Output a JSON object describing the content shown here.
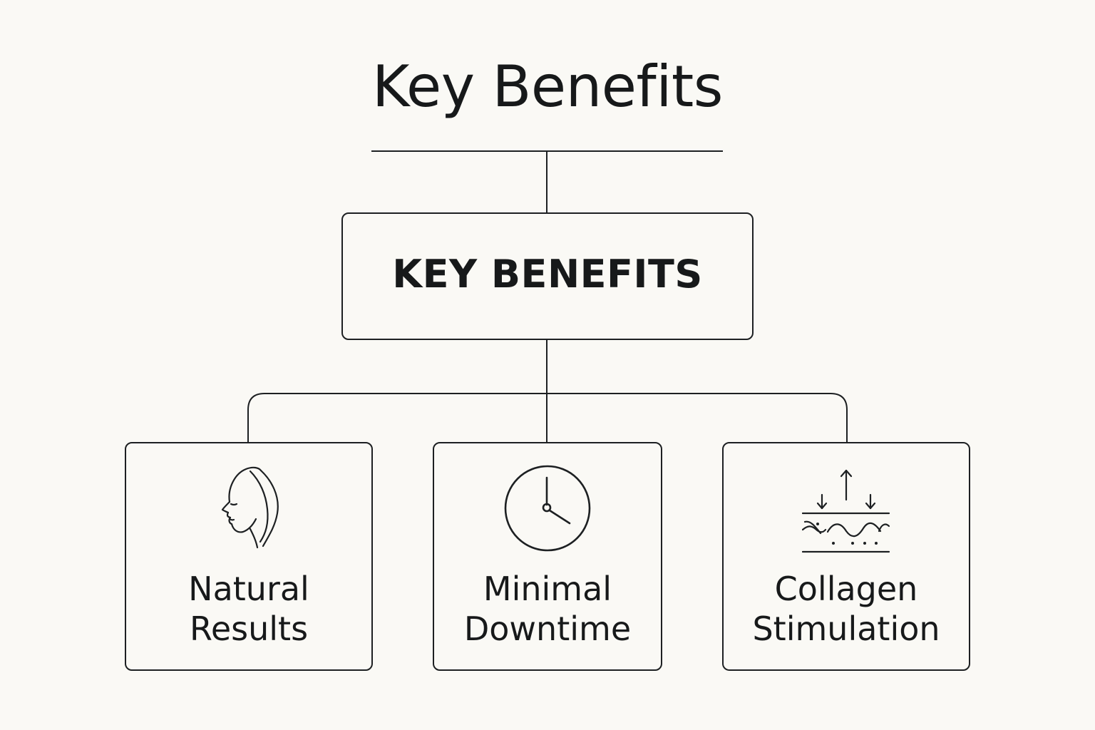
{
  "title": "Key Benefits",
  "root": {
    "label": "KEY BENEFITS"
  },
  "benefits": [
    {
      "line1": "Natural",
      "line2": "Results",
      "icon": "face-profile-icon"
    },
    {
      "line1": "Minimal",
      "line2": "Downtime",
      "icon": "clock-icon"
    },
    {
      "line1": "Collagen",
      "line2": "Stimulation",
      "icon": "skin-layers-icon"
    }
  ],
  "colors": {
    "background": "#faf9f5",
    "stroke": "#1d2022"
  }
}
